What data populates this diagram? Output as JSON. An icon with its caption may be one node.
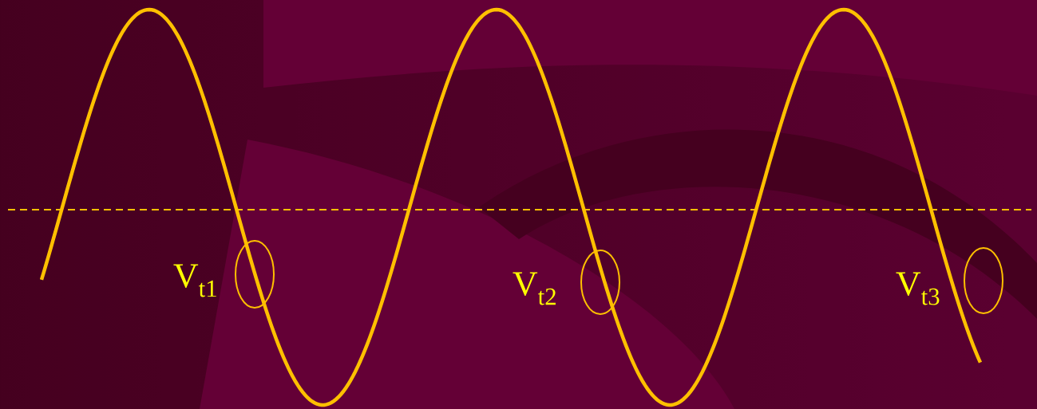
{
  "diagram": {
    "labels": [
      "V$_{t1}$",
      "V$_{t2}$",
      "V$_{t3}$"
    ]
  }
}
